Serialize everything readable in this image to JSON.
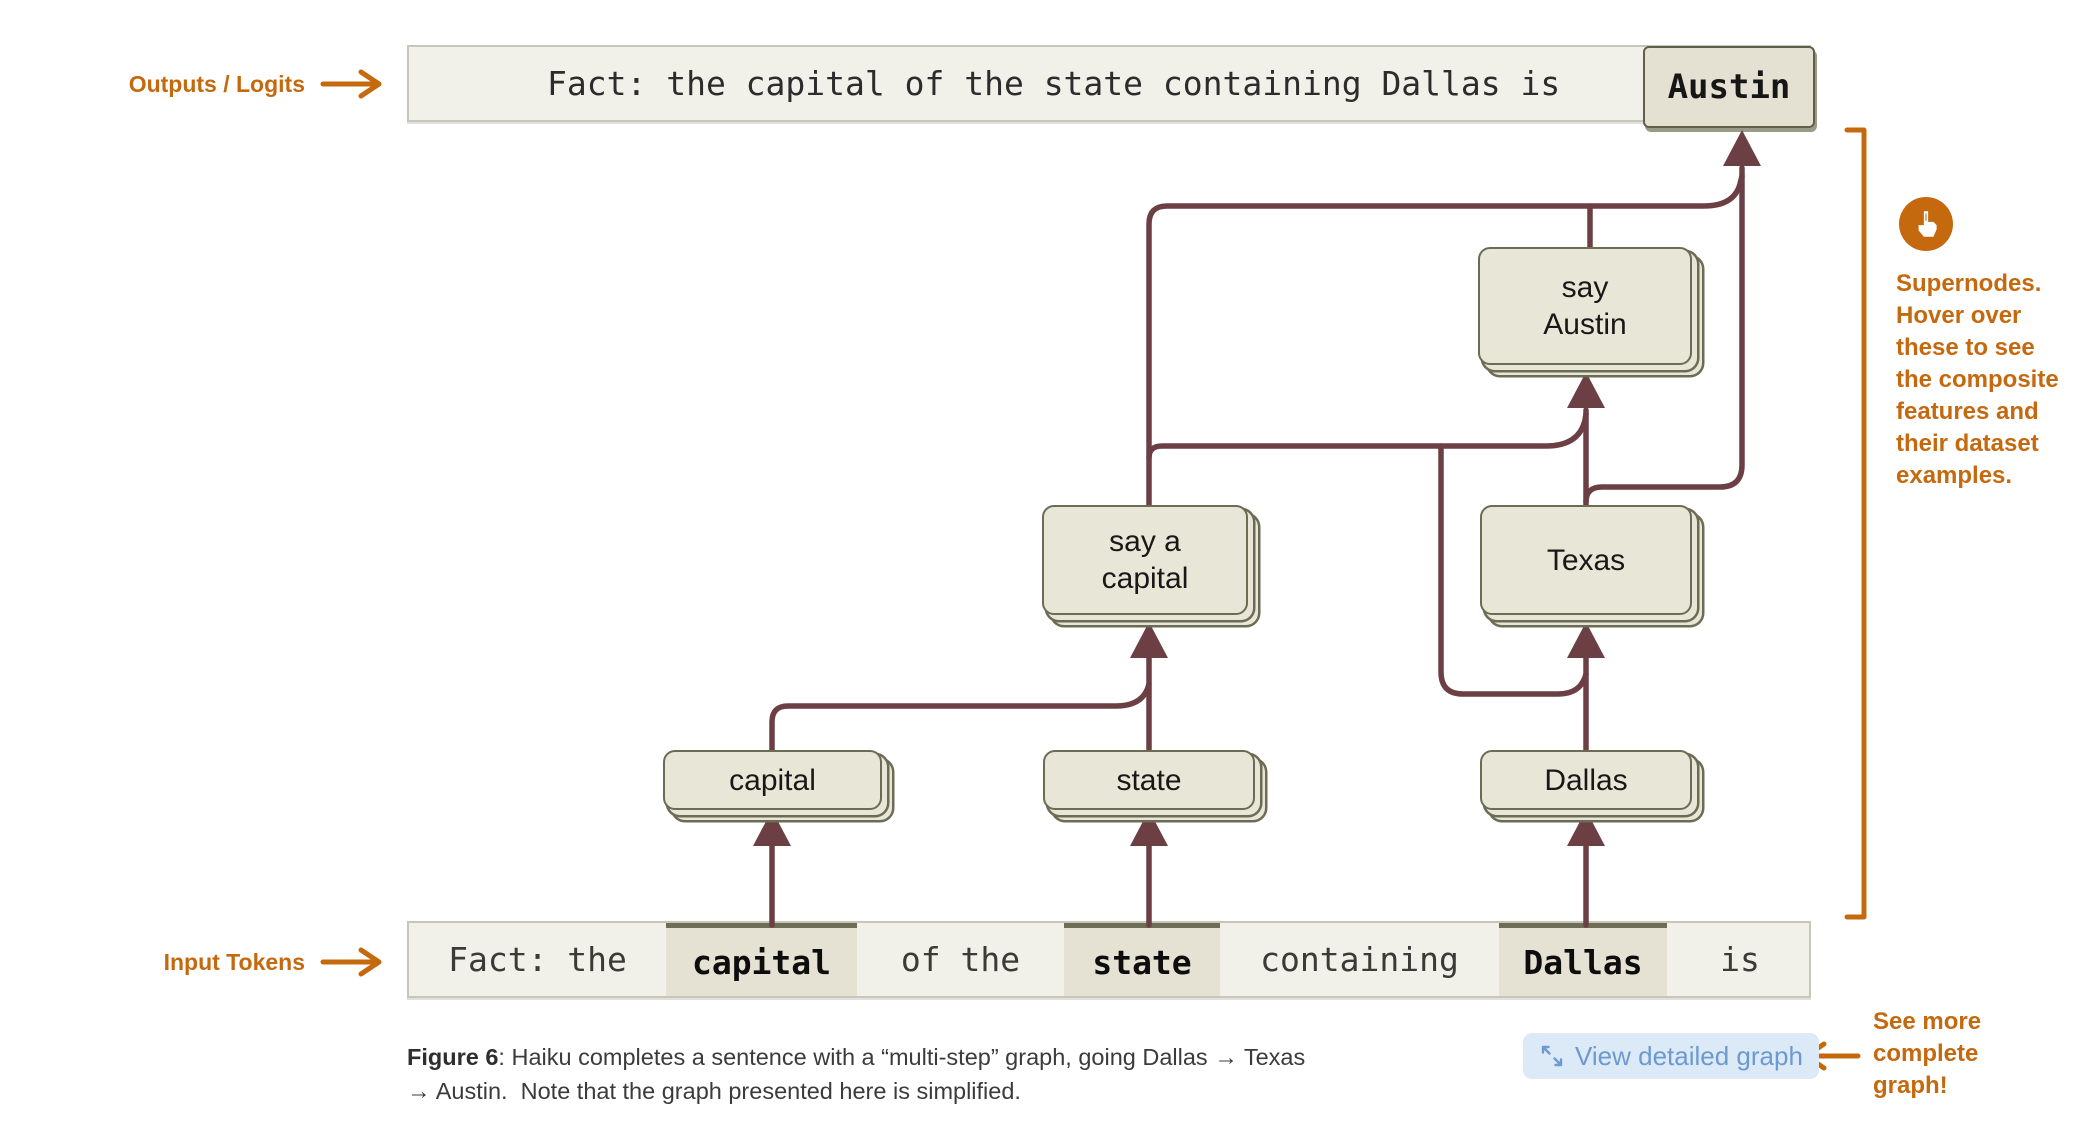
{
  "colors": {
    "accent_orange": "#c5690f",
    "edge_maroon": "#6b3f44",
    "node_fill": "#e8e6d7",
    "node_border": "#6c6b54",
    "bar_fill": "#f1f0e9",
    "token_highlight_fill": "#e5e2d3",
    "button_bg": "#dce9f7",
    "button_text": "#6d9ace"
  },
  "labels": {
    "outputs": "Outputs / Logits",
    "inputs": "Input Tokens"
  },
  "output_bar": {
    "prompt": "Fact: the capital of the state containing Dallas is",
    "completion": "Austin"
  },
  "tokens": {
    "items": [
      {
        "text": "Fact: the",
        "highlighted": false
      },
      {
        "text": "capital",
        "highlighted": true
      },
      {
        "text": "of the",
        "highlighted": false
      },
      {
        "text": "state",
        "highlighted": true
      },
      {
        "text": "containing",
        "highlighted": false
      },
      {
        "text": "Dallas",
        "highlighted": true
      },
      {
        "text": "is",
        "highlighted": false
      }
    ]
  },
  "nodes": {
    "say_austin": {
      "label": "say\nAustin"
    },
    "say_a_capital": {
      "label": "say a\ncapital"
    },
    "texas": {
      "label": "Texas"
    },
    "capital": {
      "label": "capital"
    },
    "state": {
      "label": "state"
    },
    "dallas": {
      "label": "Dallas"
    }
  },
  "edges": [
    "capital (token) → capital",
    "state (token) → state",
    "Dallas (token) → Dallas",
    "capital → say a capital",
    "state → say a capital",
    "Dallas → Texas",
    "Texas → say Austin",
    "say a capital → say Austin",
    "Dallas → say Austin",
    "Texas → Austin",
    "say a capital → Austin",
    "say Austin → Austin"
  ],
  "supernote": {
    "lines": [
      "Supernodes.",
      "Hover over",
      "these to see",
      "the composite",
      "features and",
      "their dataset",
      "examples."
    ]
  },
  "see_more": {
    "lines": [
      "See more",
      "complete",
      "graph!"
    ]
  },
  "caption": {
    "figure_label": "Figure 6",
    "line1_rest": ": Haiku completes a sentence with a “multi-step” graph, going Dallas → Texas",
    "line2": "→ Austin.  Note that the graph presented here is simplified."
  },
  "button": {
    "label": "View detailed graph"
  },
  "icons": {
    "button_icon": "expand-diagonal",
    "supernode_hint_icon": "hand-cursor"
  }
}
